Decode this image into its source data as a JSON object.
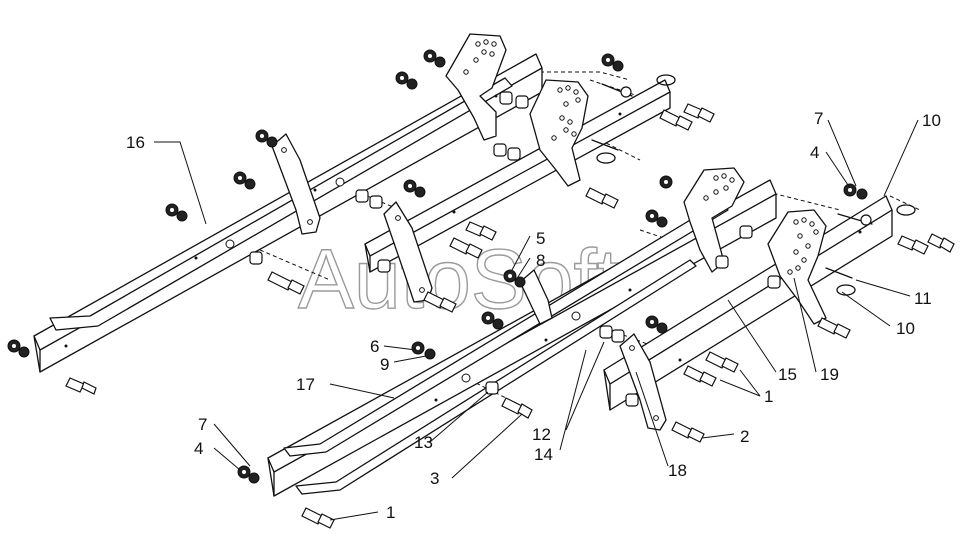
{
  "watermark": "AutoSoft",
  "callouts": {
    "c16": "16",
    "c17": "17",
    "c15": "15",
    "c19": "19",
    "c18": "18",
    "c14": "14",
    "c13": "13",
    "c12": "12",
    "c5": "5",
    "c8": "8",
    "c6": "6",
    "c9": "9",
    "c7a": "7",
    "c4a": "4",
    "c7b": "7",
    "c4b": "4",
    "c10a": "10",
    "c10b": "10",
    "c11": "11",
    "c1a": "1",
    "c1b": "1",
    "c2": "2",
    "c3": "3"
  }
}
